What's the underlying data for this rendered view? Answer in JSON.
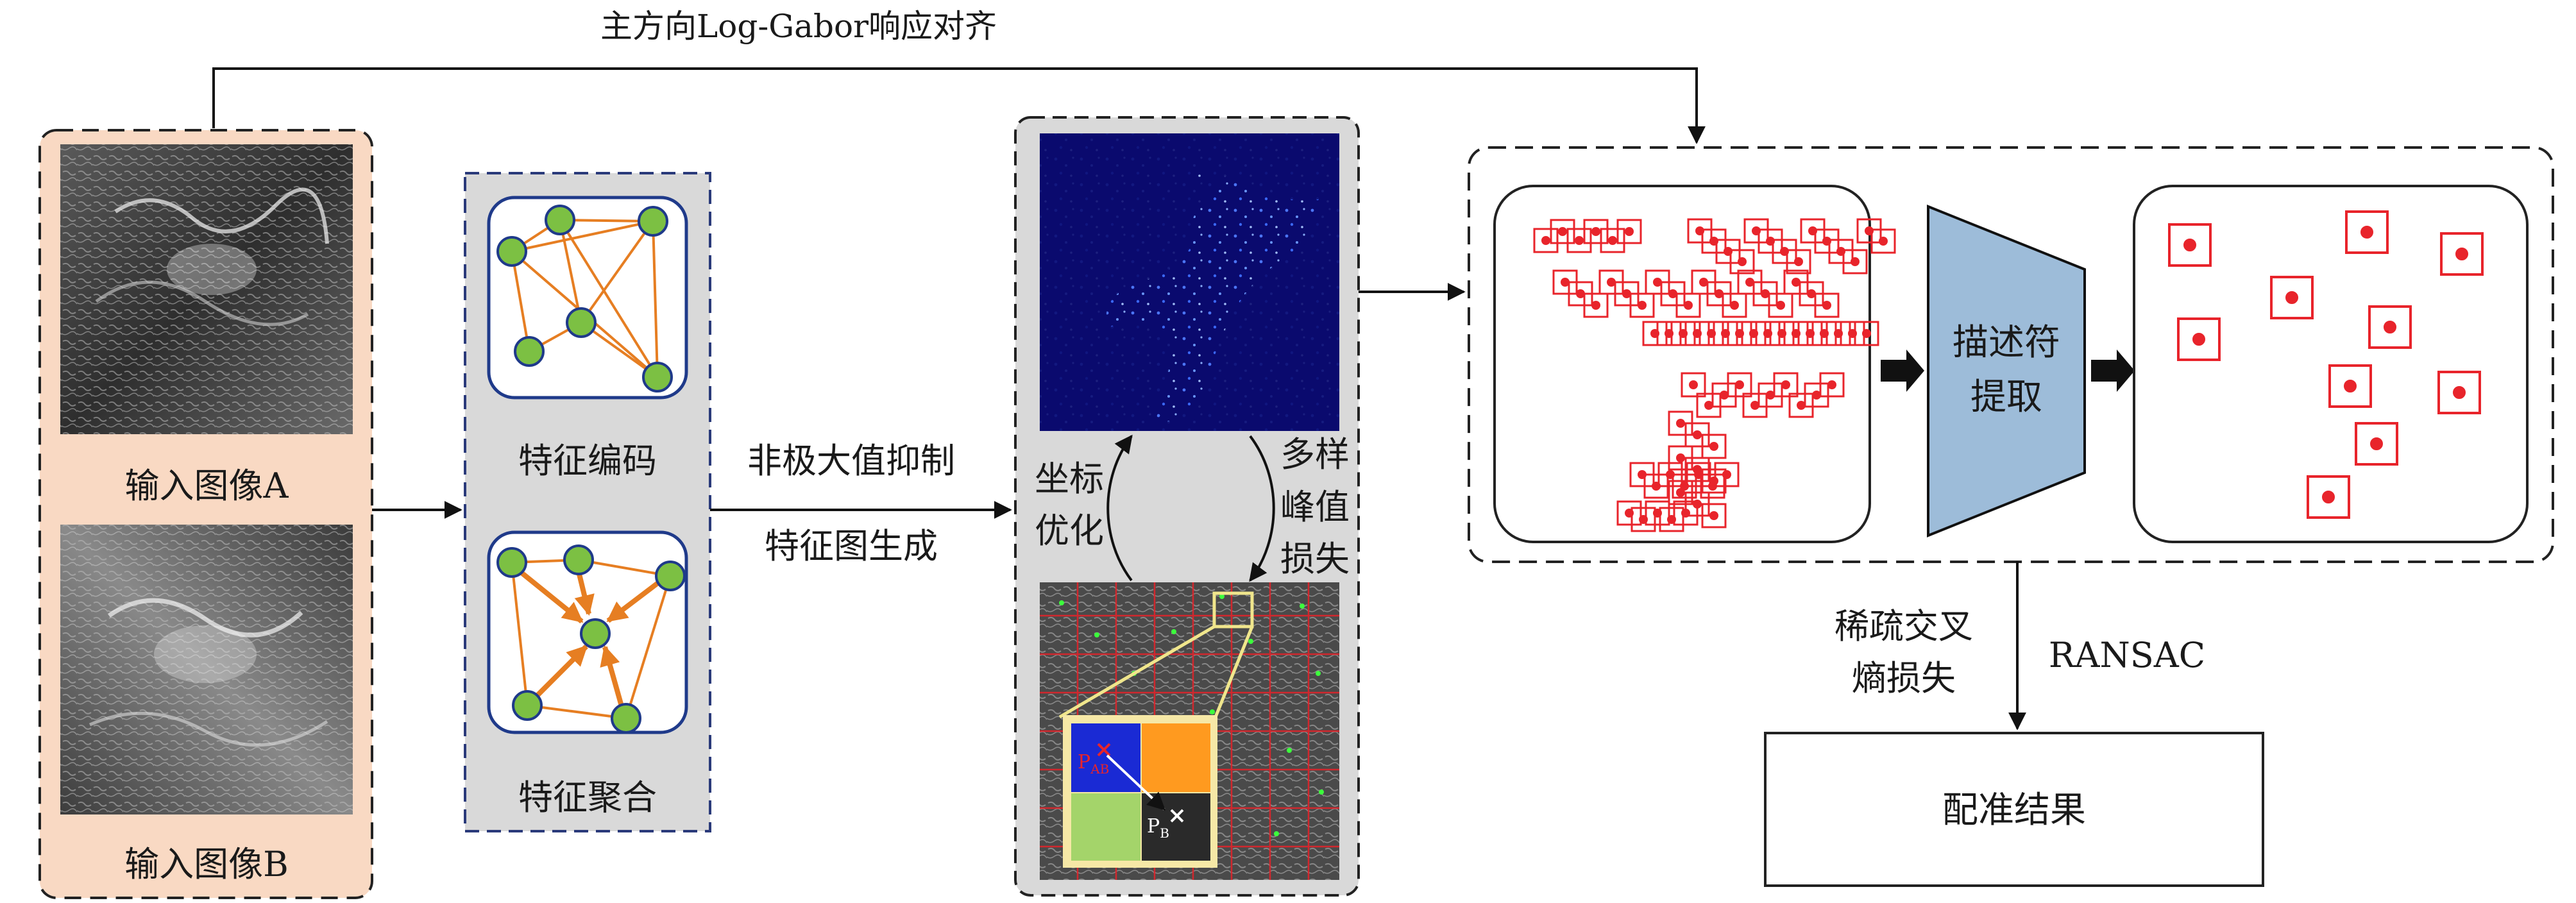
{
  "top_arrow_label": "主方向Log-Gabor响应对齐",
  "input": {
    "image_a_label": "输入图像A",
    "image_b_label": "输入图像B"
  },
  "feature": {
    "encode_label": "特征编码",
    "aggregate_label": "特征聚合"
  },
  "middle": {
    "nms_label": "非极大值抑制",
    "map_gen_label": "特征图生成"
  },
  "heatmap": {
    "coord_opt_line1": "坐标",
    "coord_opt_line2": "优化",
    "loss_line1": "多样",
    "loss_line2": "峰值",
    "loss_line3": "损失",
    "pab_label": "P",
    "pab_sub": "AB",
    "pb_label": "P",
    "pb_sub": "B"
  },
  "descriptor": {
    "line1": "描述符",
    "line2": "提取"
  },
  "bottom": {
    "loss_line1": "稀疏交叉",
    "loss_line2": "熵损失",
    "ransac_label": "RANSAC",
    "result_label": "配准结果"
  },
  "colors": {
    "input_panel_bg": "#f9d9c3",
    "feature_panel_bg": "#d9d9d9",
    "node_fill": "#7cc043",
    "node_stroke": "#1f3a8a",
    "edge_color": "#e67e22",
    "heatmap_bg": "#0a0a6e",
    "keypoint_red": "#e8242b",
    "descriptor_fill": "#9dbcd9"
  }
}
